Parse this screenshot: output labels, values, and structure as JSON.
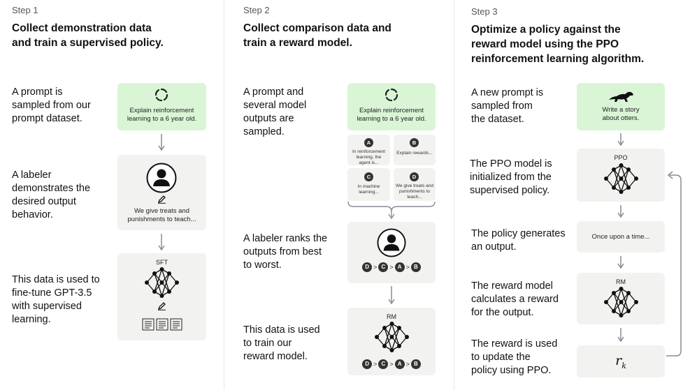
{
  "step1": {
    "label": "Step 1",
    "title_line1": "Collect demonstration data",
    "title_line2": "and train a supervised policy.",
    "desc1": [
      "A prompt is",
      "sampled from our",
      "prompt dataset."
    ],
    "prompt_text": [
      "Explain reinforcement",
      "learning to a 6 year old."
    ],
    "desc2": [
      "A labeler",
      "demonstrates the",
      "desired output",
      "behavior."
    ],
    "labeler_text": [
      "We give treats and",
      "punishments to teach..."
    ],
    "desc3": [
      "This data is used to",
      "fine-tune GPT-3.5",
      "with supervised",
      "learning."
    ],
    "model_label": "SFT"
  },
  "step2": {
    "label": "Step 2",
    "title_line1": "Collect comparison data and",
    "title_line2": "train a reward model.",
    "desc1": [
      "A prompt and",
      "several model",
      "outputs are",
      "sampled."
    ],
    "prompt_text": [
      "Explain reinforcement",
      "learning to a 6 year old."
    ],
    "outputs": [
      {
        "letter": "A",
        "text": [
          "In reinforcement",
          "learning, the",
          "agent is..."
        ]
      },
      {
        "letter": "B",
        "text": [
          "Explain rewards..."
        ]
      },
      {
        "letter": "C",
        "text": [
          "In machine",
          "learning..."
        ]
      },
      {
        "letter": "D",
        "text": [
          "We give treats and",
          "punishments to",
          "teach..."
        ]
      }
    ],
    "desc2": [
      "A labeler ranks the",
      "outputs from best",
      "to worst."
    ],
    "ranking": [
      "D",
      "C",
      "A",
      "B"
    ],
    "rank_separator": ">",
    "desc3": [
      "This data is used",
      "to train our",
      "reward model."
    ],
    "model_label": "RM"
  },
  "step3": {
    "label": "Step 3",
    "title_line1": "Optimize a policy against the",
    "title_line2": "reward model using the PPO",
    "title_line3": "reinforcement learning algorithm.",
    "desc1": [
      "A new prompt is",
      "sampled from",
      "the dataset."
    ],
    "prompt_text": [
      "Write a story",
      "about otters."
    ],
    "desc2": [
      "The PPO model is",
      "initialized from the",
      "supervised policy."
    ],
    "ppo_label": "PPO",
    "desc3": [
      "The policy generates",
      "an output."
    ],
    "output_text": "Once upon a time...",
    "desc4": [
      "The reward model",
      "calculates a reward",
      "for the output."
    ],
    "rm_label": "RM",
    "desc5": [
      "The reward is used",
      "to update the",
      "policy using PPO."
    ],
    "reward_symbol": "r",
    "reward_subscript": "k"
  },
  "colors": {
    "prompt_green": "#d9f5d6",
    "box_gray": "#f2f2f0",
    "arrow": "#8a8a96",
    "badge": "#333333"
  },
  "icons": [
    "loading-spinner-icon",
    "person-icon",
    "pencil-icon",
    "neural-network-icon",
    "documents-icon",
    "otter-icon",
    "brace-icon",
    "arrow-down-icon",
    "feedback-loop-arrow-icon"
  ]
}
